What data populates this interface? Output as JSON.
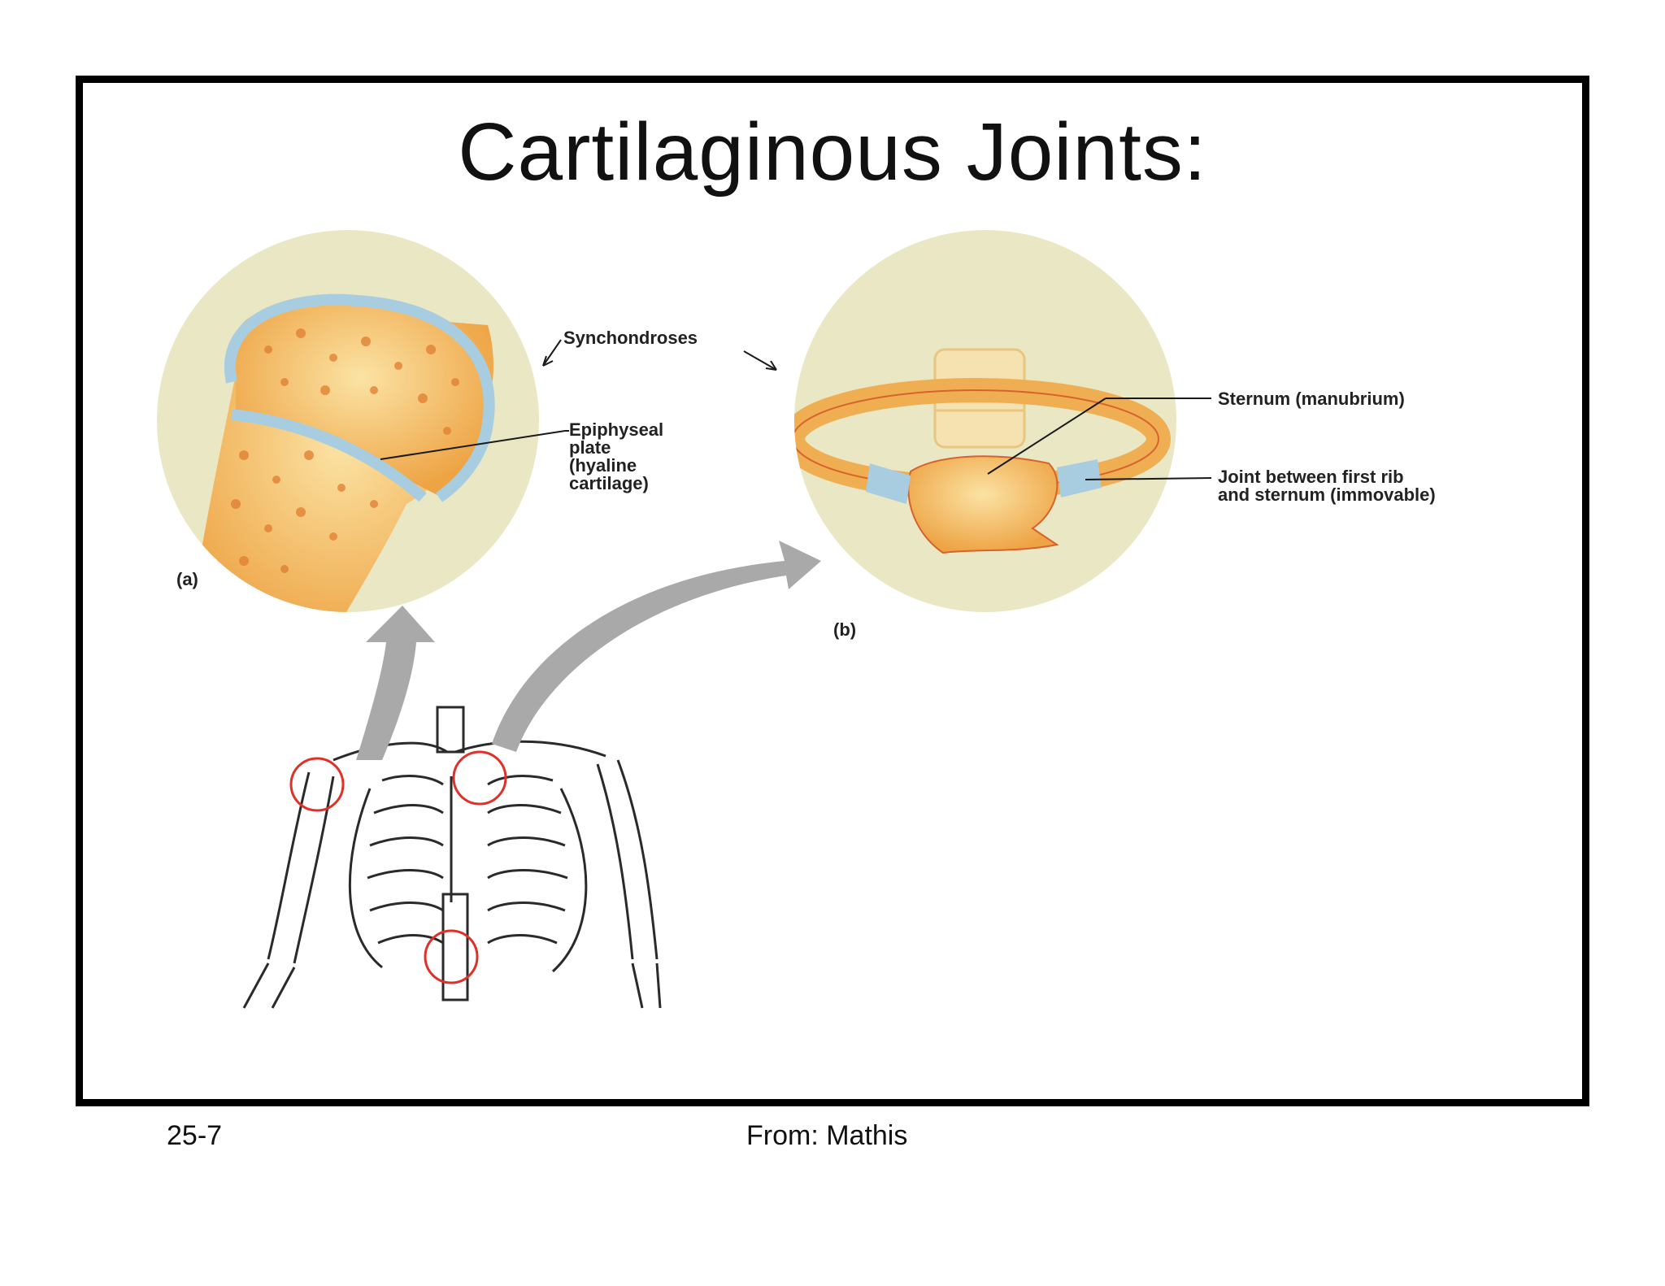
{
  "slide": {
    "title": "Cartilaginous Joints:",
    "footer_left": "25-7",
    "footer_center": "From: Mathis"
  },
  "figure": {
    "label_synchondroses": "Synchondroses",
    "label_epiphyseal": "Epiphyseal\nplate\n(hyaline\ncartilage)",
    "label_sternum": "Sternum (manubrium)",
    "label_joint": "Joint between first rib\nand sternum (immovable)",
    "panel_a": "(a)",
    "panel_b": "(b)"
  },
  "colors": {
    "frame": "#000000",
    "inset_background": "#e9e7c4",
    "bone": "#f2b85a",
    "cartilage": "#a8cde0",
    "highlight_circle": "#e0302a",
    "arrow": "#a9a9a9"
  }
}
